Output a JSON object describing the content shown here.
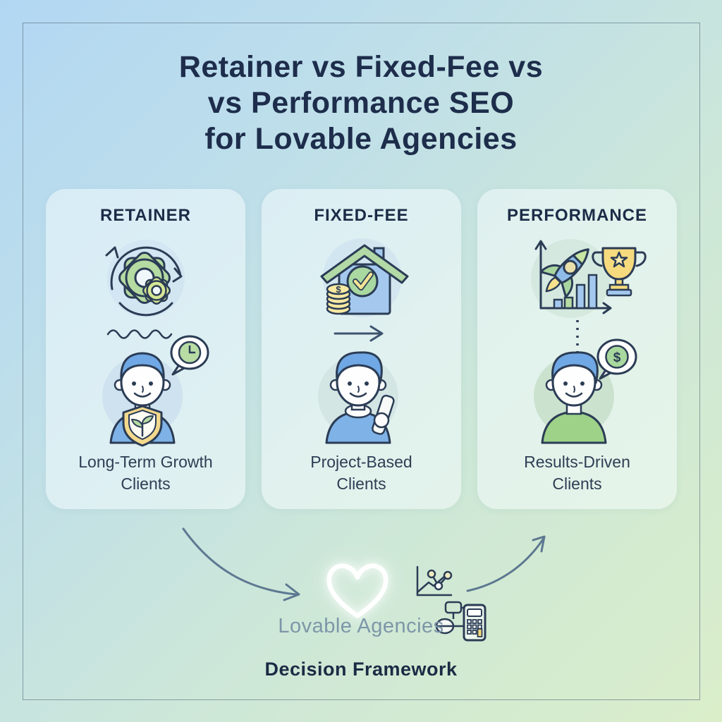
{
  "title": {
    "line1": "Retainer vs Fixed-Fee vs",
    "line2": "vs Performance SEO",
    "line3": "for Lovable Agencies"
  },
  "cards": [
    {
      "heading": "RETAINER",
      "icon": "gears-cycle-icon",
      "connector": "wavy-line",
      "badge": "clock-speech-bubble",
      "caption": [
        "Long-Term Growth",
        "Clients"
      ]
    },
    {
      "heading": "FIXED-FEE",
      "icon": "house-money-check-icon",
      "connector": "right-arrow",
      "badge": "",
      "caption": [
        "Project-Based",
        "Clients"
      ]
    },
    {
      "heading": "PERFORMANCE",
      "icon": "rocket-chart-trophy-icon",
      "connector": "dotted-line",
      "badge": "dollar-speech-bubble",
      "caption": [
        "Results-Driven",
        "Clients"
      ]
    }
  ],
  "footer": {
    "brand": "Lovable Agencies",
    "label": "Decision Framework",
    "icons": [
      "heart-icon",
      "line-chart-icon",
      "calculator-icon"
    ]
  },
  "symbols": {
    "dollar": "$"
  },
  "colors": {
    "background_top": "#b2d7f3",
    "background_bottom": "#daeeca",
    "navy": "#1d2d4b",
    "card_bg": "rgba(248,253,255,0.5)",
    "green": "#b5daa2",
    "blue": "#8fbce8",
    "yellow": "#f5dd8f",
    "arrow_slate": "#5d7891",
    "brand_text": "#7d96a8"
  }
}
